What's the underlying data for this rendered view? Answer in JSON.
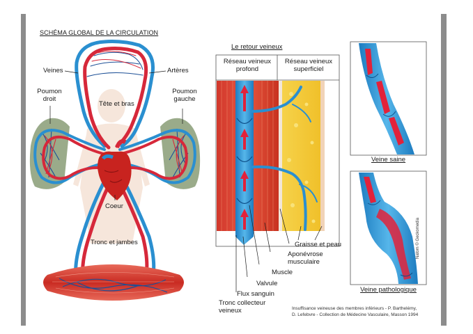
{
  "left_title": "SCHÉMA GLOBAL DE LA CIRCULATION",
  "left_labels": {
    "veines": "Veines",
    "arteres": "Artères",
    "poumon_droit_1": "Poumon",
    "poumon_droit_2": "droit",
    "poumon_gauche_1": "Poumon",
    "poumon_gauche_2": "gauche",
    "tete_bras": "Tête et bras",
    "coeur": "Coeur",
    "tronc_jambes": "Tronc et jambes"
  },
  "right_title": "Le retour veineux",
  "right_labels": {
    "reseau_profond_1": "Réseau veineux",
    "reseau_profond_2": "profond",
    "reseau_superficiel_1": "Réseau veineux",
    "reseau_superficiel_2": "superficiel",
    "graisse_peau": "Graisse et peau",
    "aponevrose_1": "Aponévrose",
    "aponevrose_2": "musculaire",
    "muscle": "Muscle",
    "valvule": "Valvule",
    "flux_sanguin": "Flux sanguin",
    "tronc_collecteur_1": "Tronc collecteur",
    "tronc_collecteur_2": "veineux"
  },
  "panel_labels": {
    "veine_saine": "Veine saine",
    "veine_pathologique": "Veine pathologique"
  },
  "credit": {
    "line1": "Insuffisance veineuse des membres inférieurs - P. Barthelémy,",
    "line2": "D. Lefebvre - Collection de Médecine Vasculaire,  Masson 1994",
    "side": "Natom © Geckomedia"
  },
  "colors": {
    "artery": "#d6283a",
    "vein": "#2a8fd0",
    "lung": "#9aab8a",
    "muscle": "#d84032",
    "fat": "#f2cc3a",
    "frame": "#8c8c8c"
  }
}
